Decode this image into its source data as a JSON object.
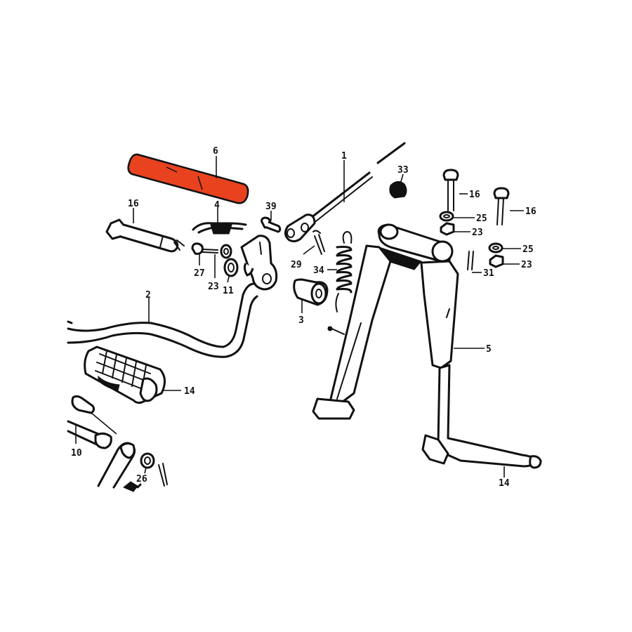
{
  "colors": {
    "highlight": "#e8421f",
    "ink": "#111111",
    "background": "#ffffff"
  },
  "labels": {
    "p1": "1",
    "p2": "2",
    "p3": "3",
    "p4": "4",
    "p5": "5",
    "p6": "6",
    "p10": "10",
    "p11": "11",
    "p14a": "14",
    "p14b": "14",
    "p16a": "16",
    "p16b": "16",
    "p16c": "16",
    "p23a": "23",
    "p23b": "23",
    "p23c": "23",
    "p25a": "25",
    "p25b": "25",
    "p26": "26",
    "p27": "27",
    "p29": "29",
    "p31": "31",
    "p33": "33",
    "p34": "34",
    "p39": "39"
  }
}
